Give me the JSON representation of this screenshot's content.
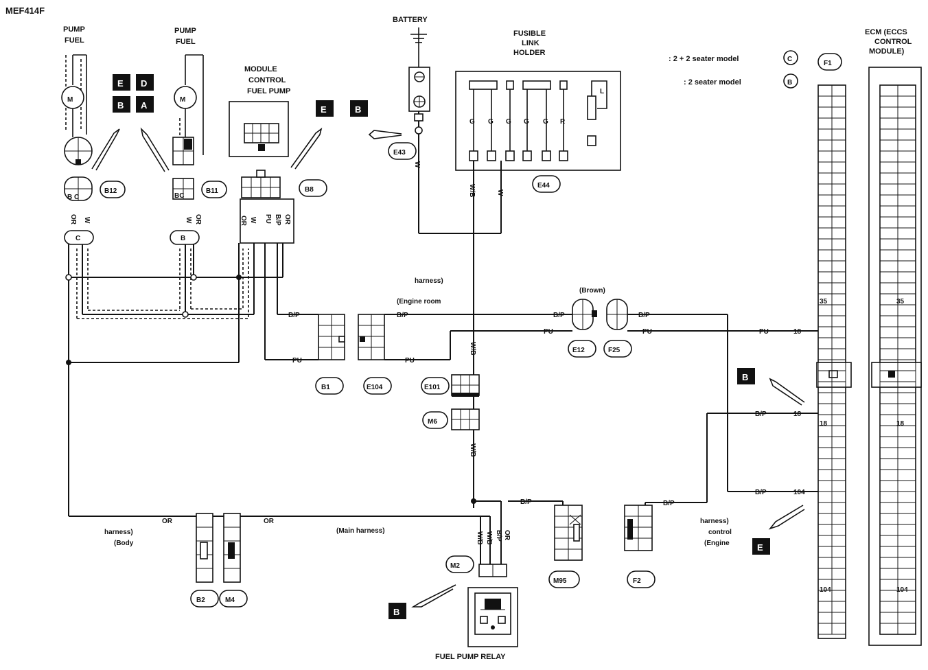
{
  "diagram_id": "MEF414F",
  "components": {
    "battery": "BATTERY",
    "fusible_link_holder": [
      "FUSIBLE",
      "LINK",
      "HOLDER"
    ],
    "fuel_pump_control_module": [
      "FUEL PUMP",
      "CONTROL",
      "MODULE"
    ],
    "fuel_pump_left": [
      "FUEL",
      "PUMP"
    ],
    "fuel_pump_right": [
      "FUEL",
      "PUMP"
    ],
    "ecm": [
      "ECM (ECCS",
      "CONTROL",
      "MODULE)"
    ],
    "fuel_pump_relay": "FUEL PUMP RELAY"
  },
  "legend": [
    {
      "key": "C",
      "text": ": 2 + 2 seater model"
    },
    {
      "key": "B",
      "text": ": 2 seater model"
    }
  ],
  "badges": [
    "A",
    "B",
    "D",
    "E"
  ],
  "connectors": {
    "F1": "F1",
    "E44": "E44",
    "E43": "E43",
    "B8": "B8",
    "B11": "B11",
    "B12": "B12",
    "E12": "E12",
    "F25": "F25",
    "E101": "E101",
    "M6": "M6",
    "E104": "E104",
    "B1": "B1",
    "M2": "M2",
    "M95": "M95",
    "F2": "F2",
    "M4": "M4",
    "B2": "B2"
  },
  "harnesses": {
    "engine_room": [
      "(Engine room",
      "harness)"
    ],
    "brown": "(Brown)",
    "engine_control": [
      "(Engine",
      "control",
      "harness)"
    ],
    "main": "(Main harness)",
    "body": [
      "(Body",
      "harness)"
    ]
  },
  "wire_colors": {
    "W": "W",
    "WB": "W/B",
    "BP": "B/P",
    "PU": "PU",
    "OR": "OR",
    "G": "G",
    "R": "R",
    "L": "L",
    "BSLASHP": "B/P"
  },
  "pins": {
    "p35": "35",
    "p18": "18",
    "p104": "104"
  },
  "module_pins": {
    "c": "C",
    "b": "B",
    "bc": "BC",
    "bcw": "B C"
  }
}
